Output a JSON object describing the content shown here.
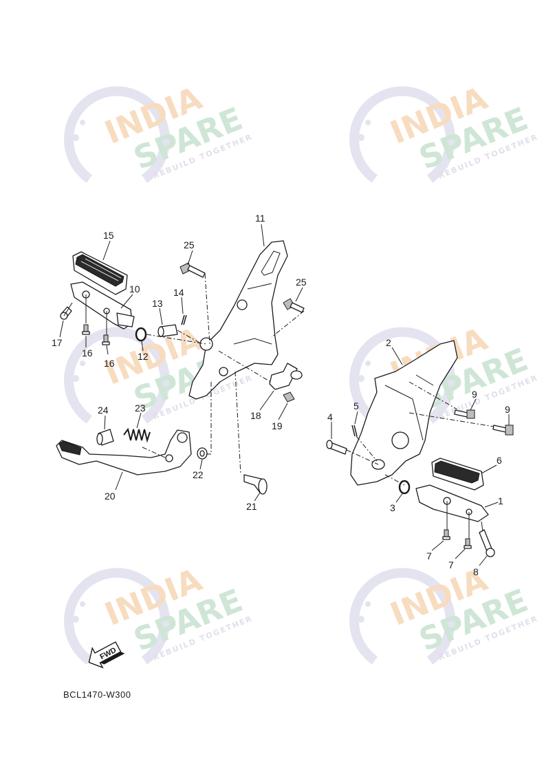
{
  "watermark": {
    "line1": "INDIA",
    "line2": "SPARE",
    "tagline": "REBUILD TOGETHER"
  },
  "callouts": [
    "1",
    "2",
    "3",
    "4",
    "5",
    "6",
    "7",
    "7",
    "8",
    "9",
    "9",
    "10",
    "11",
    "12",
    "13",
    "14",
    "15",
    "16",
    "16",
    "17",
    "18",
    "19",
    "20",
    "21",
    "22",
    "23",
    "24",
    "25",
    "25"
  ],
  "fwd_label": "FWD",
  "diagram_code": "BCL1470-W300"
}
